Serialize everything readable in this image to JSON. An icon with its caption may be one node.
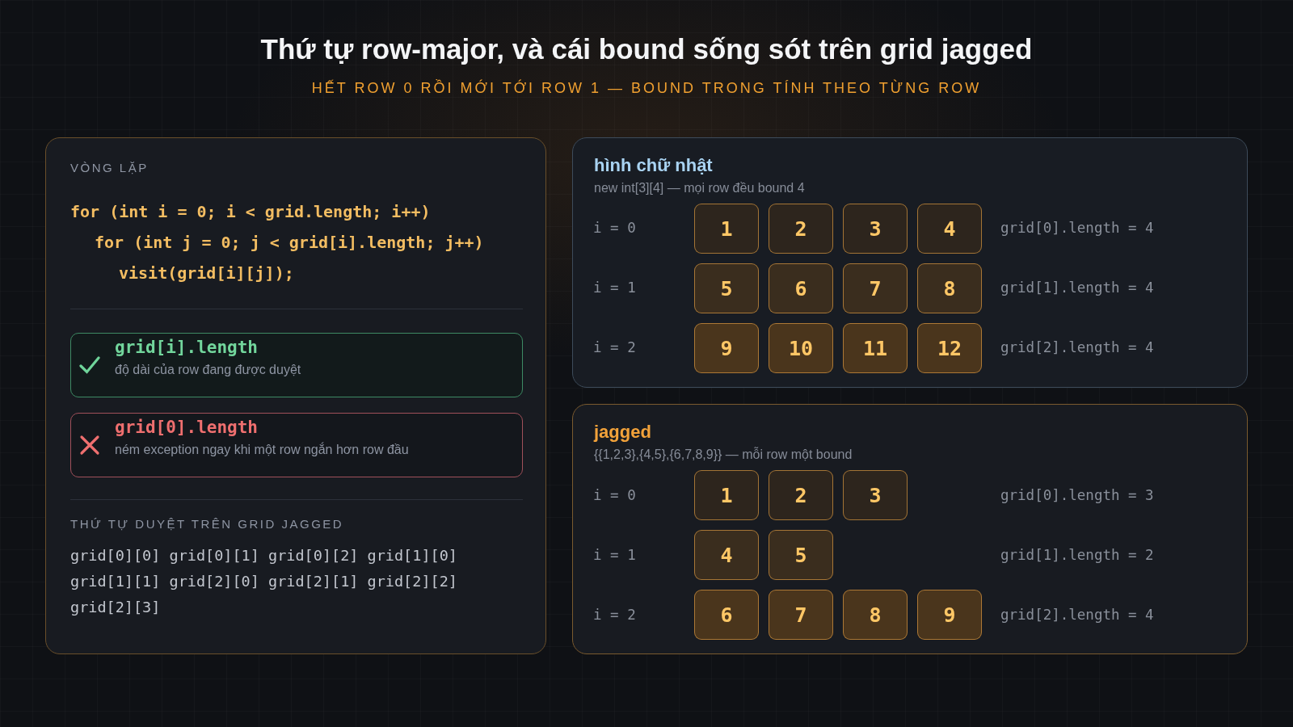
{
  "diagram": {
    "title": "Thứ tự row-major, và cái bound sống sót trên grid jagged",
    "nodes": [
      {
        "text": [
          "VÒNG LẶP",
          "for (int i = 0; i < grid.length; i++)",
          "for (int j = 0; j < grid[i].length; j++)",
          "visit(grid[i][j]);",
          "THỨ TỰ DUYỆT TRÊN GRID JAGGED",
          "grid[0][0] grid[0][1] grid[0][2] grid[1][0] grid[1][1] grid[2][0] grid[2][1] grid[2][2] grid[2][3]"
        ]
      },
      {
        "text": [
          "grid[i].length",
          "độ dài của row đang được duyệt"
        ],
        "in": 0
      },
      {
        "text": [
          "grid[0].length",
          "ném exception ngay khi một row ngắn hơn row đầu"
        ],
        "in": 0
      },
      {
        "text": [
          "hình chữ nhật",
          "new int[3][4] — mọi row đều bound 4"
        ]
      },
      {
        "text": [
          "1"
        ],
        "in": 3
      },
      {
        "text": [
          "2"
        ],
        "in": 3
      },
      {
        "text": [
          "3"
        ],
        "in": 3
      },
      {
        "text": [
          "4"
        ],
        "in": 3
      },
      {
        "text": [
          "5"
        ],
        "in": 3
      },
      {
        "text": [
          "6"
        ],
        "in": 3
      },
      {
        "text": [
          "7"
        ],
        "in": 3
      },
      {
        "text": [
          "8"
        ],
        "in": 3
      },
      {
        "text": [
          "9"
        ],
        "in": 3
      },
      {
        "text": [
          "10"
        ],
        "in": 3
      },
      {
        "text": [
          "11"
        ],
        "in": 3
      },
      {
        "text": [
          "12"
        ],
        "in": 3
      },
      {
        "text": [
          "jagged",
          "{{1,2,3},{4,5},{6,7,8,9}} — mỗi row một bound"
        ]
      },
      {
        "text": [
          "1"
        ],
        "in": 16
      },
      {
        "text": [
          "2"
        ],
        "in": 16
      },
      {
        "text": [
          "3"
        ],
        "in": 16
      },
      {
        "text": [
          "4"
        ],
        "in": 16
      },
      {
        "text": [
          "5"
        ],
        "in": 16
      },
      {
        "text": [
          "6"
        ],
        "in": 16
      },
      {
        "text": [
          "7"
        ],
        "in": 16
      },
      {
        "text": [
          "8"
        ],
        "in": 16
      },
      {
        "text": [
          "9"
        ],
        "in": 16
      }
    ],
    "labels": [
      "HẾT ROW 0 RỒI MỚI TỚI ROW 1 — BOUND TRONG TÍNH THEO TỪNG ROW",
      "i = 0",
      "grid[0].length = 4",
      "i = 1",
      "grid[1].length = 4",
      "i = 2",
      "grid[2].length = 4",
      "i = 0",
      "grid[0].length = 3",
      "i = 1",
      "grid[1].length = 2",
      "i = 2",
      "grid[2].length = 4"
    ]
  }
}
